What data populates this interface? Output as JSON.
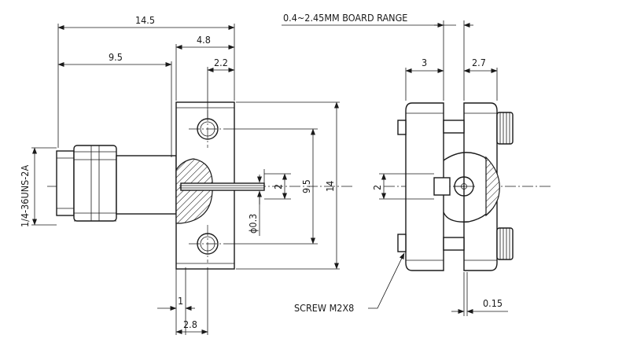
{
  "drawing": {
    "dimensions": {
      "overall_length": "14.5",
      "flange_offset": "4.8",
      "thread_to_flange": "9.5",
      "hole_offset": "2.2",
      "board_range": "0.4~2.45MM BOARD RANGE",
      "side_left": "3",
      "side_right": "2.7",
      "pin_height": "2",
      "hole_spacing": "9.5",
      "flange_height": "14",
      "pin_diameter": "ϕ0.3",
      "thread_spec": "1/4-36UNS-2A",
      "flange_thickness": "1",
      "flange_width": "2.8",
      "side_pin_height": "2",
      "screw_callout": "SCREW M2X8",
      "gap": "0.15"
    },
    "colors": {
      "line": "#1a1a1a",
      "background": "#ffffff"
    }
  }
}
